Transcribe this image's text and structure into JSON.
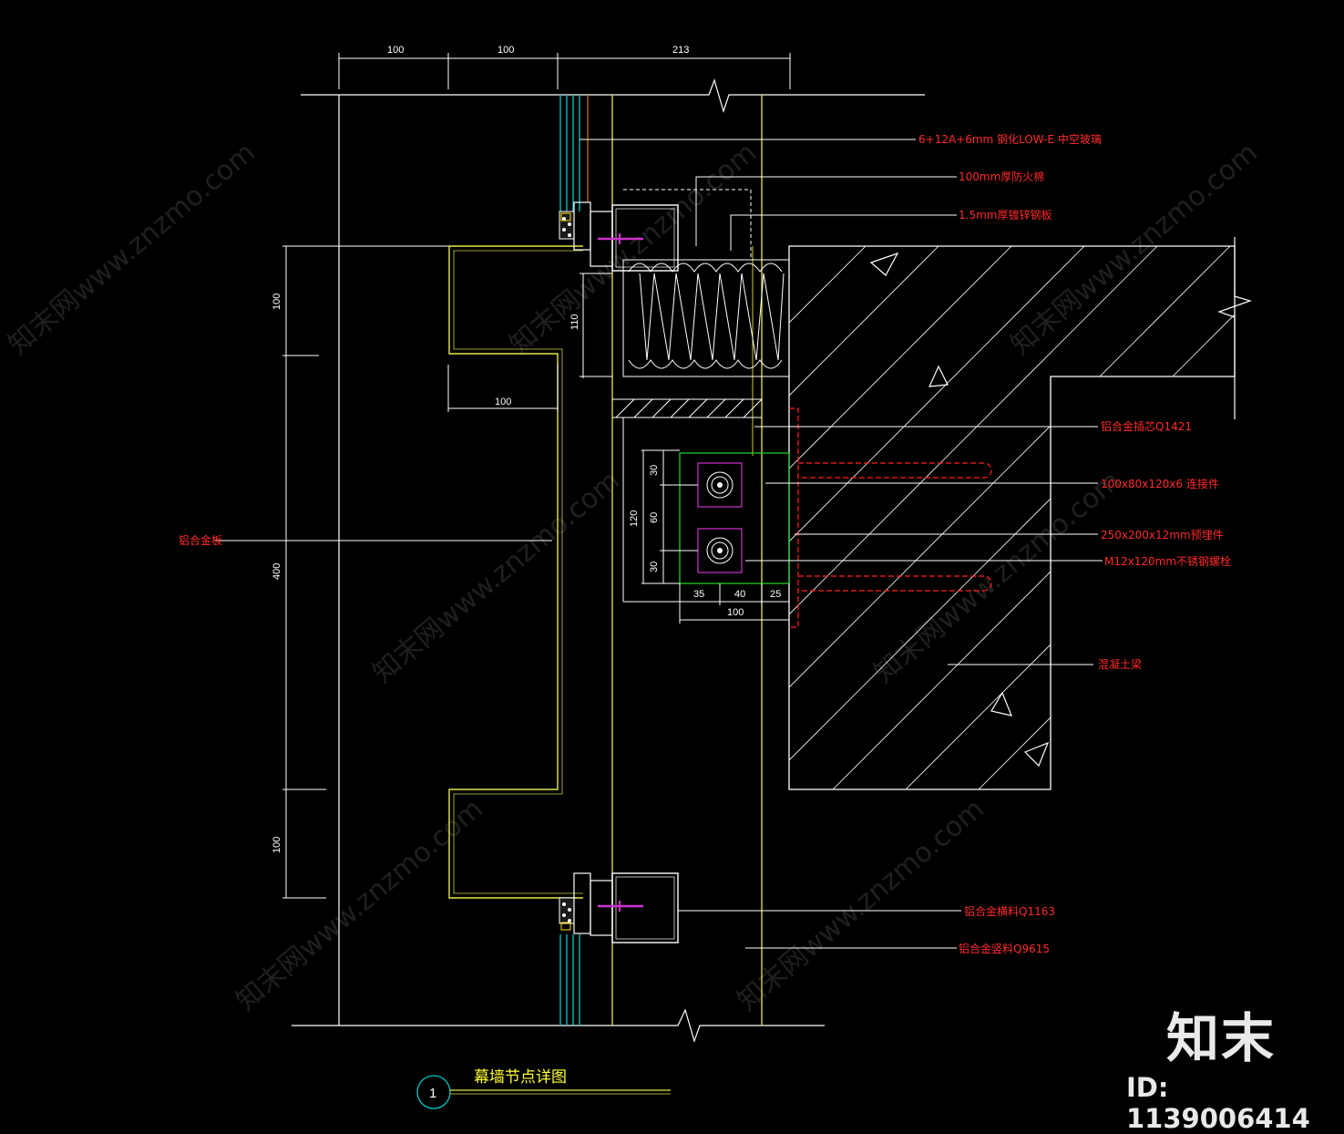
{
  "title": {
    "number": "1",
    "text": "幕墙节点详图"
  },
  "dimensions": {
    "top": [
      "100",
      "100",
      "213"
    ],
    "left": [
      "100",
      "400",
      "100"
    ],
    "inner_width": "100",
    "bay_height": "110",
    "anchor_vertical": [
      "30",
      "60",
      "30"
    ],
    "anchor_total": "120",
    "anchor_bottom": [
      "35",
      "40",
      "25"
    ],
    "anchor_width": "100"
  },
  "annotations": {
    "glass": "6+12A+6mm 钢化LOW-E 中空玻璃",
    "fire_insulation": "100mm厚防火棉",
    "steel_sheet": "1.5mm厚镀锌钢板",
    "aluminum_angle": "铝合金插芯Q1421",
    "connector": "100x80x120x6  连接件",
    "embedded_plate": "250x200x12mm预埋件",
    "bolt": "M12x120mm不锈钢螺栓",
    "aluminum_panel": "铝合金板",
    "concrete_beam": "混凝土梁",
    "transom": "铝合金横料Q1163",
    "mullion": "铝合金竖料Q9615"
  },
  "watermark": {
    "text": "知末网www.znzmo.com",
    "brand": "知末",
    "id": "ID: 1139006414"
  },
  "colors": {
    "background": "#000000",
    "line": "#ffffff",
    "label": "#ff2a2a",
    "title": "#ffff33",
    "glass": "#00c8c8",
    "mullion": "#e6e64d",
    "plate": "#22cc22",
    "hidden": "#ff2020",
    "bolt": "#cc33cc"
  }
}
